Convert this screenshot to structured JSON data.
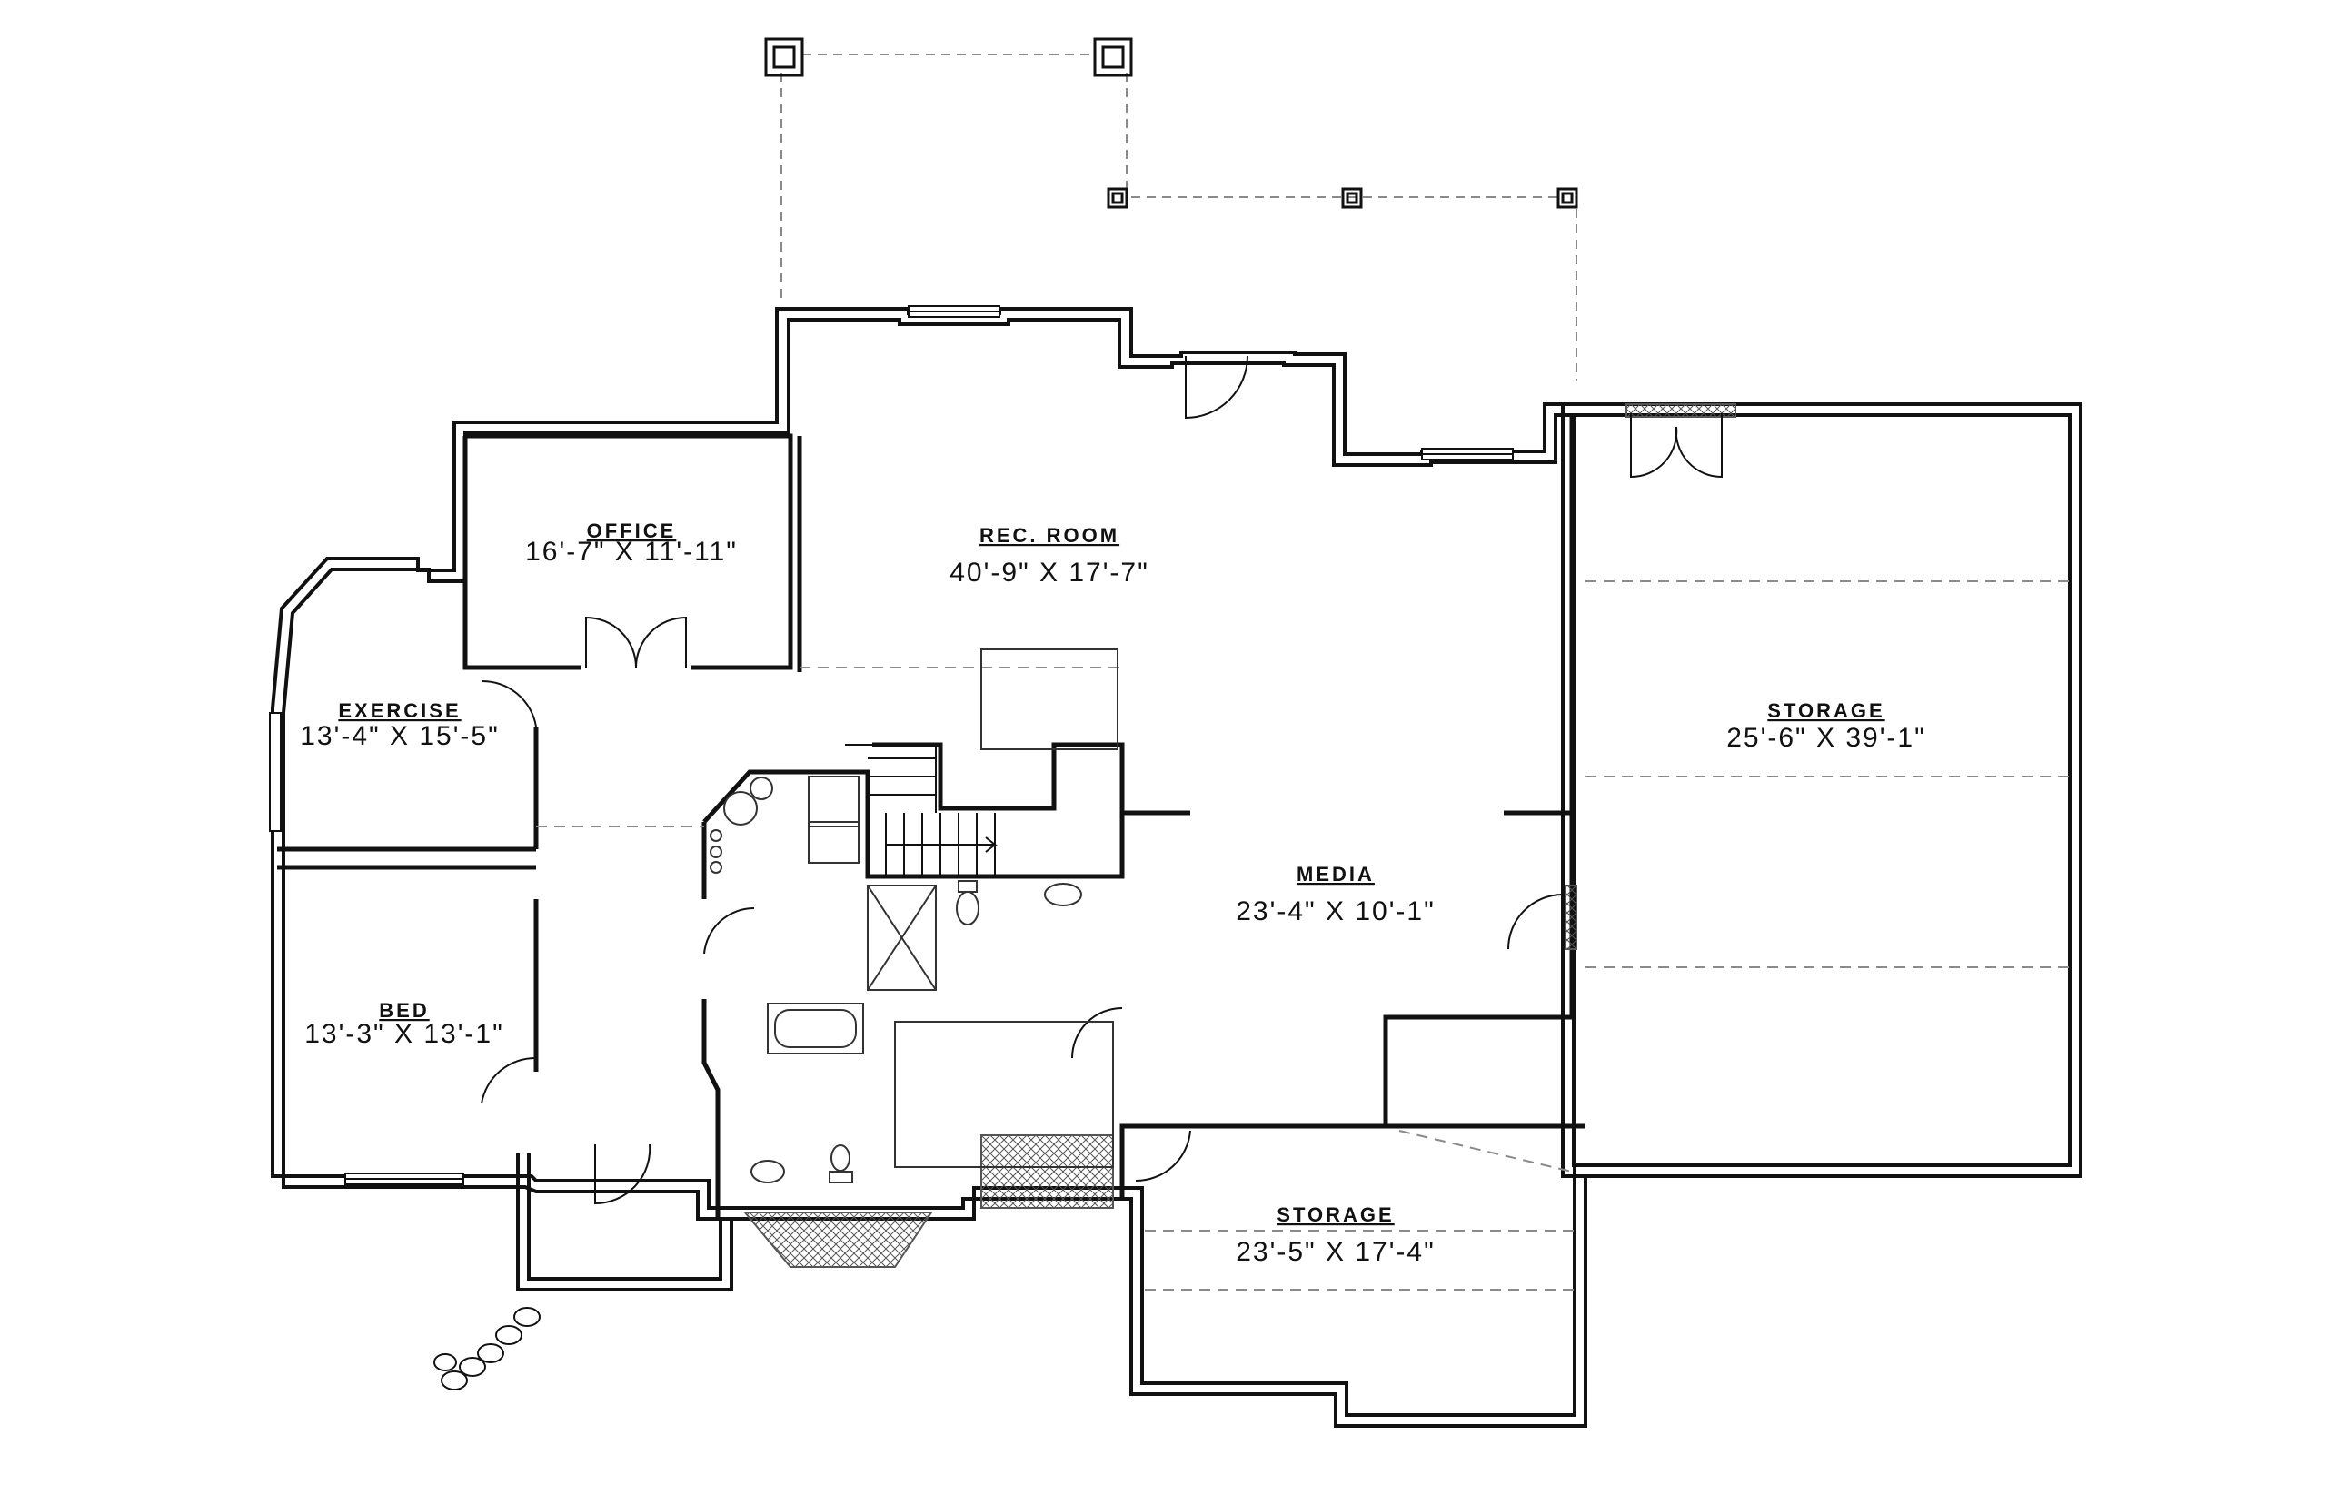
{
  "rooms": {
    "office": {
      "name": "OFFICE",
      "dims": "16'-7\" X 11'-11\""
    },
    "rec_room": {
      "name": "REC. ROOM",
      "dims": "40'-9\" X 17'-7\""
    },
    "exercise": {
      "name": "EXERCISE",
      "dims": "13'-4\" X 15'-5\""
    },
    "bed": {
      "name": "BED",
      "dims": "13'-3\" X 13'-1\""
    },
    "media": {
      "name": "MEDIA",
      "dims": "23'-4\" X 10'-1\""
    },
    "storage_east": {
      "name": "STORAGE",
      "dims": "25'-6\" X 39'-1\""
    },
    "storage_south": {
      "name": "STORAGE",
      "dims": "23'-5\" X 17'-4\""
    }
  },
  "colors": {
    "wall": "#111111",
    "fixture": "#333333",
    "dashed": "#8a8a8a",
    "hatch": "#555555"
  }
}
